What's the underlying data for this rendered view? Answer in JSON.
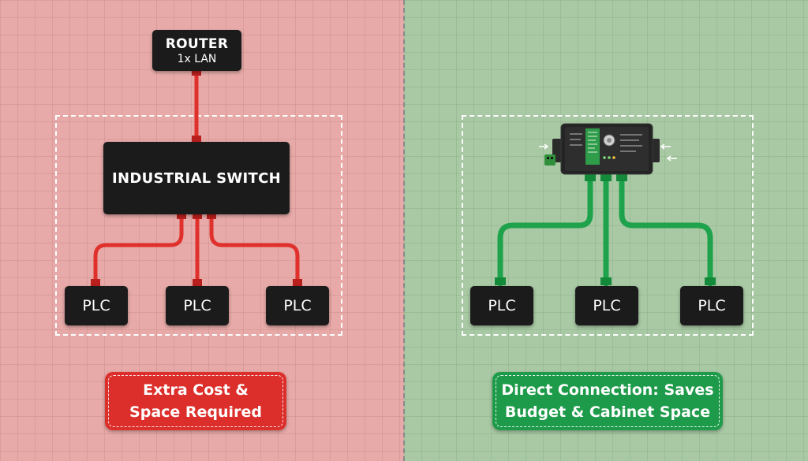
{
  "left": {
    "router": {
      "line1": "ROUTER",
      "line2": "1x LAN"
    },
    "switch": {
      "label": "INDUSTRIAL SWITCH"
    },
    "plcs": [
      "PLC",
      "PLC",
      "PLC"
    ],
    "callout": {
      "line1": "Extra Cost &",
      "line2": "Space Required"
    }
  },
  "right": {
    "device": {
      "name": "multi-port-converter-icon"
    },
    "plcs": [
      "PLC",
      "PLC",
      "PLC"
    ],
    "callout": {
      "line1": "Direct Connection: Saves",
      "line2": "Budget & Cabinet Space"
    }
  },
  "colors": {
    "left_bg": "#e7aaa8",
    "right_bg": "#a8c9a4",
    "red_cable": "#e0302c",
    "green_cable": "#1ea24b",
    "box": "#1b1b1b"
  }
}
